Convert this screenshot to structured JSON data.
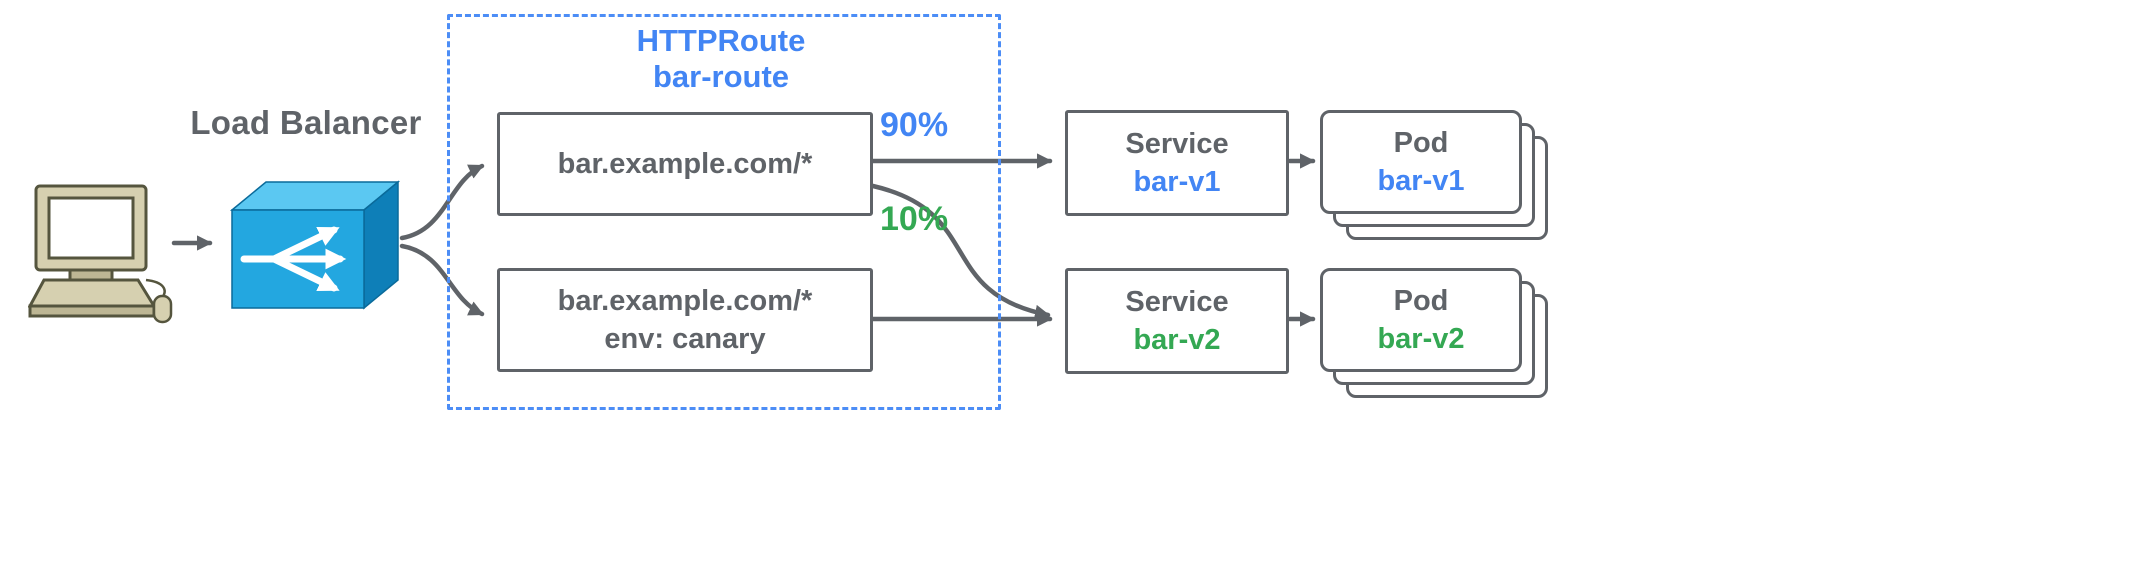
{
  "diagram": {
    "client": {
      "name": "client-computer"
    },
    "load_balancer": {
      "label": "Load Balancer"
    },
    "http_route": {
      "kind": "HTTPRoute",
      "name": "bar-route"
    },
    "route_rules": [
      {
        "match": "bar.example.com/*",
        "header": ""
      },
      {
        "match": "bar.example.com/*",
        "header": "env: canary"
      }
    ],
    "weights": [
      {
        "label": "90%",
        "color": "#4285f4"
      },
      {
        "label": "10%",
        "color": "#34a853"
      }
    ],
    "services": [
      {
        "kind": "Service",
        "name": "bar-v1",
        "color": "#4285f4"
      },
      {
        "kind": "Service",
        "name": "bar-v2",
        "color": "#34a853"
      }
    ],
    "pods": [
      {
        "kind": "Pod",
        "name": "bar-v1",
        "color": "#4285f4"
      },
      {
        "kind": "Pod",
        "name": "bar-v2",
        "color": "#34a853"
      }
    ],
    "colors": {
      "blue": "#4285f4",
      "green": "#34a853",
      "gray": "#5f6368",
      "lb_front": "#23a7e0"
    }
  }
}
